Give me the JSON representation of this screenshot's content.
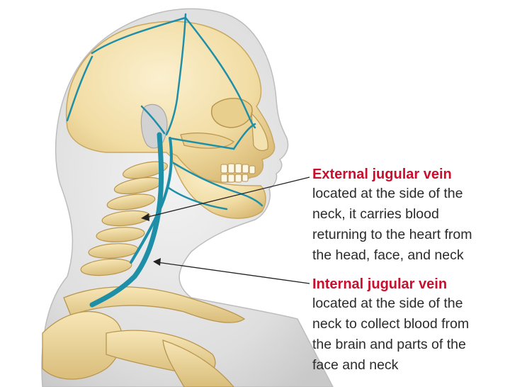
{
  "labels": {
    "external": {
      "title": "External jugular vein",
      "lines": [
        "located at the side of the",
        "neck, it carries blood",
        "returning to the heart from",
        "the head, face, and neck"
      ]
    },
    "internal": {
      "title": "Internal jugular vein",
      "lines": [
        "located at the side of the",
        "neck to collect blood from",
        "the brain and parts of the",
        "face and neck"
      ]
    }
  },
  "colors": {
    "title": "#c8102e",
    "text": "#2b2b2b",
    "vein": "#1f8fa8",
    "bone": "#f3dfa8",
    "bone_shade": "#d9bd7a",
    "skin": "#dcdcdc",
    "skin_edge": "#bdbdbd"
  }
}
